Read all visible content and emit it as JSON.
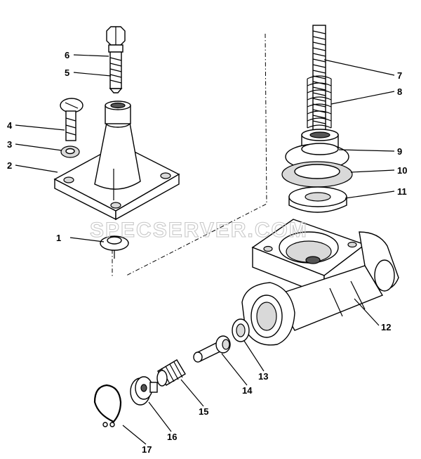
{
  "watermark": "SPECSERVER.COM",
  "callouts": [
    {
      "id": "callout-1",
      "text": "1"
    },
    {
      "id": "callout-2",
      "text": "2"
    },
    {
      "id": "callout-3",
      "text": "3"
    },
    {
      "id": "callout-4",
      "text": "4"
    },
    {
      "id": "callout-5",
      "text": "5"
    },
    {
      "id": "callout-6",
      "text": "6"
    },
    {
      "id": "callout-7",
      "text": "7"
    },
    {
      "id": "callout-8",
      "text": "8"
    },
    {
      "id": "callout-9",
      "text": "9"
    },
    {
      "id": "callout-10",
      "text": "10"
    },
    {
      "id": "callout-11",
      "text": "11"
    },
    {
      "id": "callout-12",
      "text": "12"
    },
    {
      "id": "callout-13",
      "text": "13"
    },
    {
      "id": "callout-14",
      "text": "14"
    },
    {
      "id": "callout-15",
      "text": "15"
    },
    {
      "id": "callout-16",
      "text": "16"
    },
    {
      "id": "callout-17",
      "text": "17"
    }
  ]
}
